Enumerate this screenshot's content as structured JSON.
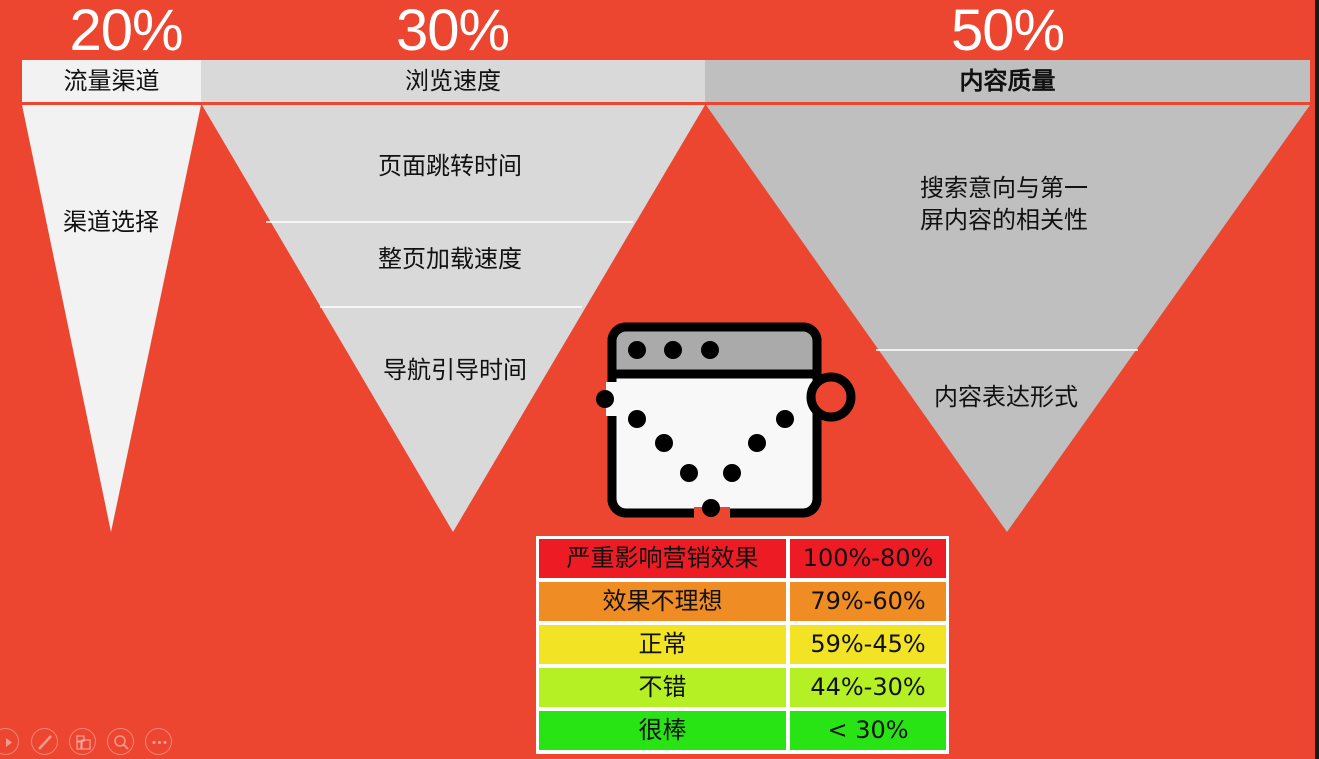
{
  "colors": {
    "background": "#ec4630",
    "col1_fill": "#f2f2f2",
    "col2_fill": "#d9d9d9",
    "col3_fill": "#bfbfbf",
    "text": "#111111"
  },
  "columns": [
    {
      "percent": "20%",
      "title": "流量渠道",
      "items": [
        "渠道选择"
      ]
    },
    {
      "percent": "30%",
      "title": "浏览速度",
      "items": [
        "页面跳转时间",
        "整页加载速度",
        "导航引导时间"
      ]
    },
    {
      "percent": "50%",
      "title": "内容质量",
      "items": [
        "搜索意向与第一屏内容的相关性",
        "内容表达形式"
      ]
    }
  ],
  "col3_item1_lines": [
    "搜索意向与第一",
    "屏内容的相关性"
  ],
  "icon": {
    "name": "browser-loading-icon"
  },
  "legend": {
    "rows": [
      {
        "label": "严重影响营销效果",
        "range": "100%-80%",
        "color": "#ed1c24"
      },
      {
        "label": "效果不理想",
        "range": "79%-60%",
        "color": "#f08c24"
      },
      {
        "label": "正常",
        "range": "59%-45%",
        "color": "#f2e424"
      },
      {
        "label": "不错",
        "range": "44%-30%",
        "color": "#b5f024"
      },
      {
        "label": "很棒",
        "range": "< 30%",
        "color": "#28e414"
      }
    ]
  },
  "slideshow_controls": [
    "previous-icon",
    "pen-icon",
    "slides-icon",
    "zoom-icon",
    "more-icon"
  ]
}
